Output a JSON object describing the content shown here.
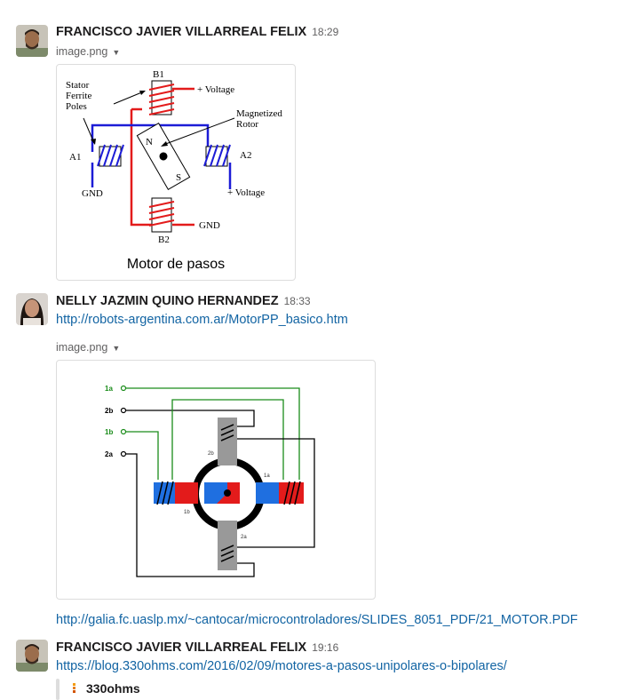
{
  "messages": [
    {
      "author": "FRANCISCO JAVIER VILLARREAL FELIX",
      "time": "18:29",
      "file": {
        "name": "image.png",
        "caption": "Motor de pasos",
        "labels": {
          "stator": "Stator",
          "ferrite": "Ferrite",
          "poles": "Poles",
          "b1": "B1",
          "b2": "B2",
          "a1": "A1",
          "a2": "A2",
          "voltage_top": "+ Voltage",
          "voltage_right": "+ Voltage",
          "gnd_left": "GND",
          "gnd_bottom": "GND",
          "magnetized": "Magnetized",
          "rotor": "Rotor",
          "n": "N",
          "s": "S"
        }
      }
    },
    {
      "author": "NELLY JAZMIN QUINO HERNANDEZ",
      "time": "18:33",
      "link": "http://robots-argentina.com.ar/MotorPP_basico.htm",
      "file": {
        "name": "image.png",
        "labels": {
          "l1a": "1a",
          "l2b": "2b",
          "l1b": "1b",
          "l2a": "2a",
          "p2b": "2b",
          "p1a": "1a",
          "p1b": "1b",
          "p2a": "2a"
        }
      },
      "link2": "http://galia.fc.uaslp.mx/~cantocar/microcontroladores/SLIDES_8051_PDF/21_MOTOR.PDF"
    },
    {
      "author": "FRANCISCO JAVIER VILLARREAL FELIX",
      "time": "19:16",
      "link": "https://blog.330ohms.com/2016/02/09/motores-a-pasos-unipolares-o-bipolares/",
      "unfurl": {
        "site": "330ohms"
      }
    }
  ],
  "icons": {
    "caret": "caret-down-icon",
    "favicon": "330ohms-favicon"
  },
  "colors": {
    "link": "#1264a3",
    "coil_red": "#e31b1b",
    "wire_blue": "#1c1cd6",
    "green": "#1a8c1a",
    "pole_blue": "#1f6fe0"
  }
}
